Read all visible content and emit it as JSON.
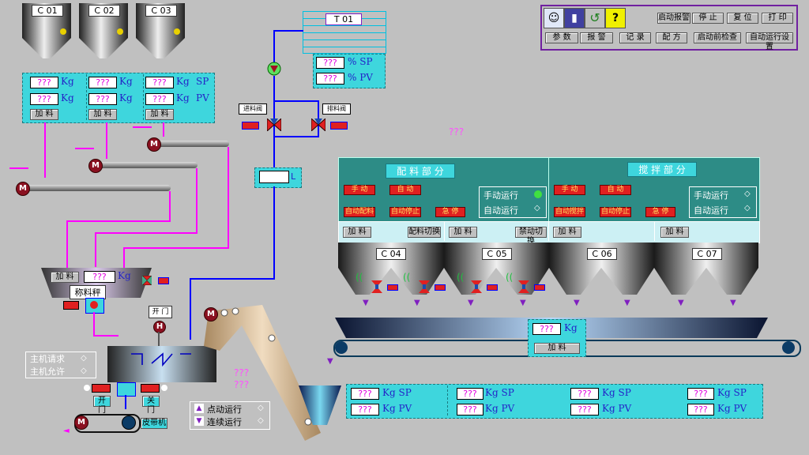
{
  "silos": [
    {
      "label": "C 01"
    },
    {
      "label": "C 02"
    },
    {
      "label": "C 03"
    }
  ],
  "unknown": "???",
  "units": {
    "kg": "Kg",
    "sp": "SP",
    "pv": "PV",
    "pct_sp": "% SP",
    "pct_pv": "% PV"
  },
  "silo_button": "加 料",
  "water_tank": {
    "label": "T 01"
  },
  "valves": {
    "left": "进料阀",
    "right": "排料阀"
  },
  "middle_pump_label": "L",
  "center_status": "???",
  "mix_panel": {
    "left_title": "配 料 部 分",
    "right_title": "搅 拌 部 分",
    "left_buttons": [
      "手 动",
      "自 动",
      "自动配料",
      "自动停止",
      "急 停"
    ],
    "right_buttons": [
      "手 动",
      "自 动",
      "自动搅拌",
      "自动停止",
      "急 停"
    ],
    "manual_run": "手动运行",
    "auto_run": "自动运行",
    "left_strip": [
      "加 料",
      "配料切换",
      "加 料",
      "禁动切换"
    ],
    "right_strip": [
      "加 料",
      "加 料"
    ]
  },
  "bottom_hoppers": [
    {
      "label": "C 04"
    },
    {
      "label": "C 05"
    },
    {
      "label": "C 06"
    },
    {
      "label": "C 07"
    }
  ],
  "scale_box": {
    "button": "加 料"
  },
  "weigh_hopper": {
    "label": "称料秤",
    "button": "加 料"
  },
  "mixer_top": {
    "label": "开 门"
  },
  "main_machine": {
    "request": "主机请求",
    "allow": "主机允许"
  },
  "door_buttons": [
    "开 门",
    "关 门"
  ],
  "belt_label": "皮带机",
  "pink_status": "???\n???",
  "run_modes": [
    "点动运行",
    "连续运行"
  ],
  "toolbar": {
    "icons": [
      "user-icon",
      "exit-icon",
      "undo-icon",
      "help-icon"
    ],
    "row1": [
      "启动报警",
      "停 止",
      "复 位",
      "打 印"
    ],
    "row2": [
      "参 数",
      "报 警",
      "记 录",
      "配 方",
      "启动前检查",
      "自动运行设置"
    ]
  },
  "colors": {
    "teal": "#3ed6dd",
    "magenta": "#e000e0",
    "blue": "#0000ff",
    "pipe_magenta": "#ff00ff",
    "panel": "#2d8c86"
  }
}
